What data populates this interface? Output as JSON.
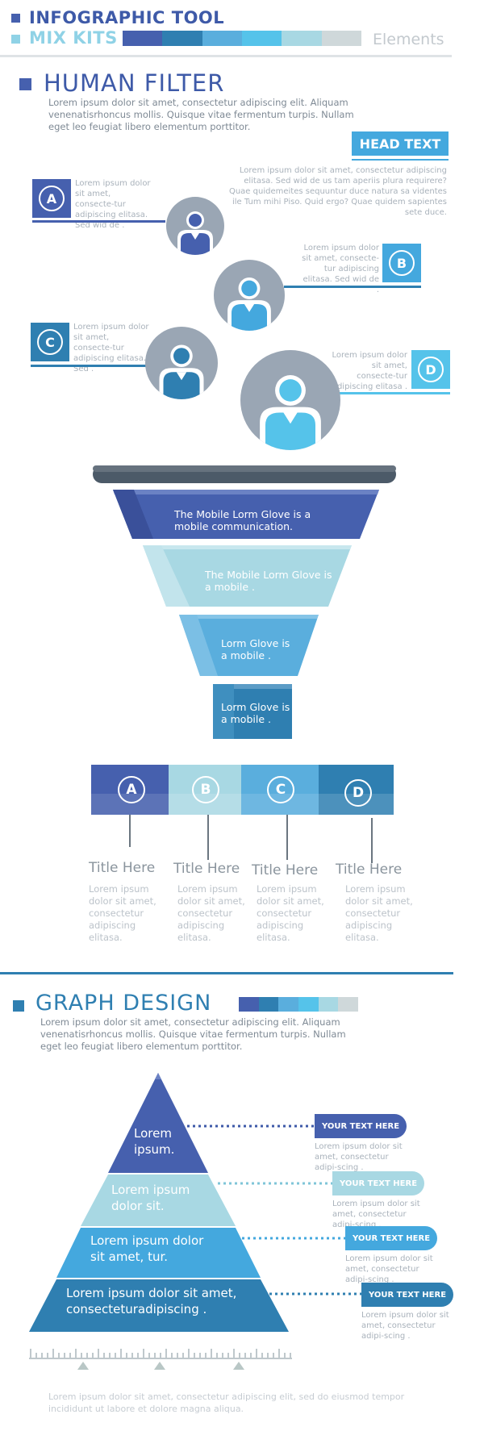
{
  "header": {
    "title_line1": "INFOGRAPHIC TOOL",
    "title_line2": "MIX KITS",
    "elements_label": "Elements",
    "palette": [
      "#4660ae",
      "#2f7fb1",
      "#5aaedd",
      "#55c3ea",
      "#a8d8e3",
      "#cfd8da"
    ]
  },
  "human_filter": {
    "title": "HUMAN FILTER",
    "intro": "Lorem ipsum dolor sit amet, consectetur adipiscing elit. Aliquam venenatisrhoncus mollis. Quisque vitae fermentum turpis. Nullam eget leo feugiat libero elementum porttitor.",
    "head_text": "HEAD TEXT",
    "head_paragraph": "Lorem ipsum dolor sit amet, consectetur adipiscing elitasa. Sed wid de us tam aperiis plura requirere? Quae quidemeites sequuntur duce natura sa videntes ile Tum mihi Piso. Quid ergo? Quae quidem sapientes sete duce.",
    "people": [
      {
        "letter": "A",
        "text": "Lorem ipsum dolor sit amet, consecte-tur adipiscing elitasa. Sed wid de .",
        "color": "#4660ae"
      },
      {
        "letter": "B",
        "text": "Lorem ipsum dolor sit amet, consecte-tur adipiscing elitasa. Sed wid de .",
        "color": "#44a8de"
      },
      {
        "letter": "C",
        "text": "Lorem ipsum dolor sit amet, consecte-tur adipiscing elitasa. Sed .",
        "color": "#2f7fb1"
      },
      {
        "letter": "D",
        "text": "Lorem ipsum dolor sit amet, consecte-tur adipiscing elitasa .",
        "color": "#55c3ea"
      }
    ]
  },
  "funnel": {
    "levels": [
      {
        "text": "The Mobile Lorm Glove is a mobile communication.",
        "color": "#4660ae"
      },
      {
        "text": "The Mobile Lorm Glove is a mobile .",
        "color": "#a8d8e3"
      },
      {
        "text": "Lorm Glove is a mobile .",
        "color": "#5aaedd"
      },
      {
        "text": "Lorm Glove is a mobile .",
        "color": "#2f7fb1"
      }
    ]
  },
  "options": [
    {
      "letter": "A",
      "title": "Title Here",
      "text": "Lorem ipsum dolor sit amet, consectetur adipiscing elitasa.",
      "color": "#4660ae"
    },
    {
      "letter": "B",
      "title": "Title Here",
      "text": "Lorem ipsum dolor sit amet, consectetur adipiscing elitasa.",
      "color": "#a8d8e3"
    },
    {
      "letter": "C",
      "title": "Title Here",
      "text": "Lorem ipsum dolor sit amet, consectetur adipiscing elitasa.",
      "color": "#5aaedd"
    },
    {
      "letter": "D",
      "title": "Title Here",
      "text": "Lorem ipsum dolor sit amet, consectetur adipiscing elitasa.",
      "color": "#2f7fb1"
    }
  ],
  "graph_design": {
    "title": "GRAPH DESIGN",
    "intro": "Lorem ipsum dolor sit amet, consectetur adipiscing elit. Aliquam venenatisrhoncus mollis. Quisque vitae fermentum turpis. Nullam eget leo feugiat libero elementum porttitor.",
    "pyramid": [
      {
        "text": "Lorem ipsum.",
        "label": "YOUR TEXT HERE",
        "note": "Lorem ipsum dolor sit amet, consectetur adipi-scing .",
        "color": "#4660ae"
      },
      {
        "text": "Lorem ipsum dolor sit.",
        "label": "YOUR TEXT HERE",
        "note": "Lorem ipsum dolor sit amet, consectetur adipi-scing .",
        "color": "#a8d8e3"
      },
      {
        "text": "Lorem ipsum dolor sit amet, tur.",
        "label": "YOUR TEXT HERE",
        "note": "Lorem ipsum dolor sit amet, consectetur adipi-scing .",
        "color": "#44a8de"
      },
      {
        "text": "Lorem ipsum dolor sit amet, consecteturadipiscing .",
        "label": "YOUR TEXT HERE",
        "note": "Lorem ipsum dolor sit amet, consectetur adipi-scing .",
        "color": "#2f7fb1"
      }
    ],
    "footer": "Lorem ipsum dolor sit amet, consectetur adipiscing elit, sed do eiusmod tempor incididunt ut labore et dolore magna aliqua."
  }
}
